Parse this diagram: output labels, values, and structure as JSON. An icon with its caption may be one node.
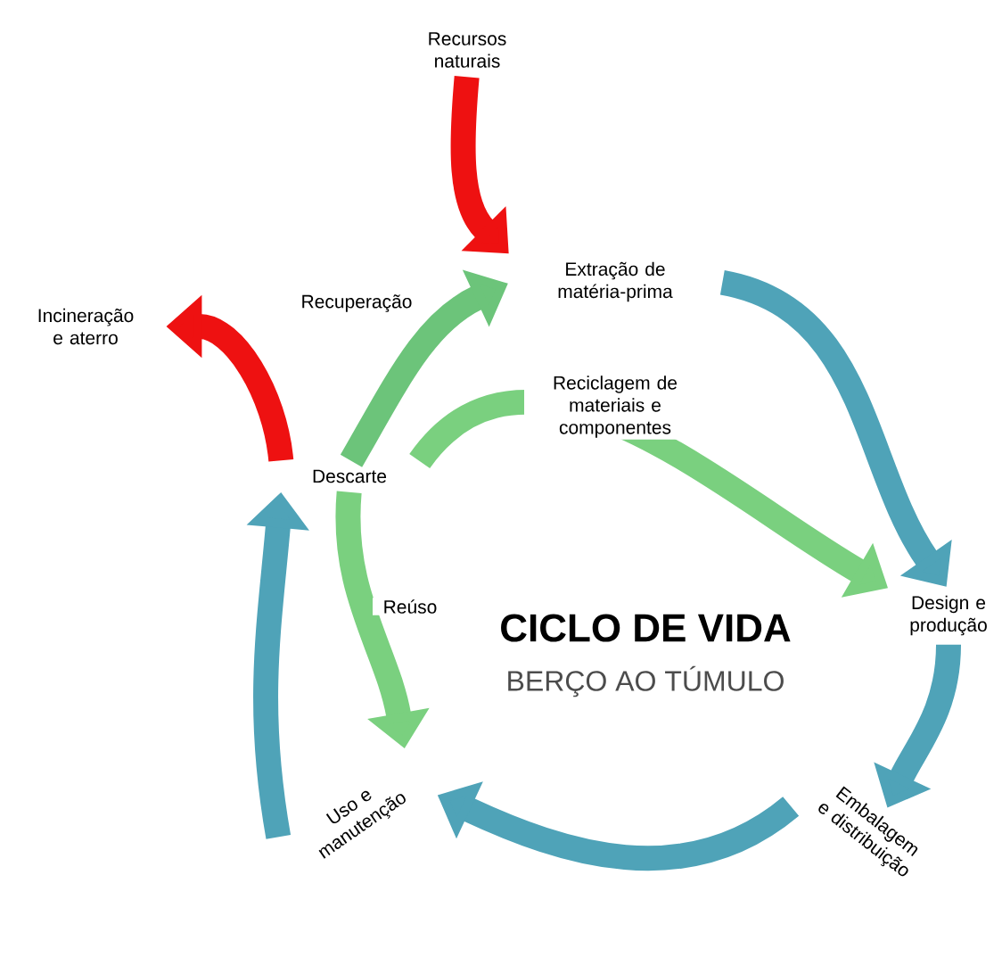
{
  "diagram": {
    "title": "CICLO DE VIDA",
    "nodes": [
      {
        "text": [
          "Recursos naturais"
        ]
      },
      {
        "text": [
          "Extração de matéria-prima"
        ]
      },
      {
        "text": [
          "Design e produção"
        ]
      },
      {
        "text": [
          "Embalagem e distribuição"
        ]
      },
      {
        "text": [
          "Uso e manutenção"
        ]
      },
      {
        "text": [
          "Descarte"
        ]
      },
      {
        "text": [
          "Incineração e aterro"
        ]
      }
    ],
    "edges": [
      {
        "from": 0,
        "to": 1,
        "arrow": "to",
        "color": "#ee1111"
      },
      {
        "from": 1,
        "to": 2,
        "arrow": "to"
      },
      {
        "from": 2,
        "to": 3,
        "arrow": "to"
      },
      {
        "from": 3,
        "to": 4,
        "arrow": "to"
      },
      {
        "from": 4,
        "to": 5,
        "arrow": "to"
      },
      {
        "from": 5,
        "to": 6,
        "arrow": "to",
        "color": "#ee1111"
      },
      {
        "from": 5,
        "to": 1,
        "arrow": "to",
        "label": "Recuperação",
        "color": "#6cc47a"
      },
      {
        "from": 5,
        "to": 2,
        "arrow": "to",
        "label": "Reciclagem de materiais e componentes",
        "color": "#7ad07f"
      },
      {
        "from": 5,
        "to": 4,
        "arrow": "to",
        "label": "Reúso",
        "color": "#7ad07f"
      }
    ],
    "labels": [
      "BERÇO AO TÚMULO"
    ]
  }
}
